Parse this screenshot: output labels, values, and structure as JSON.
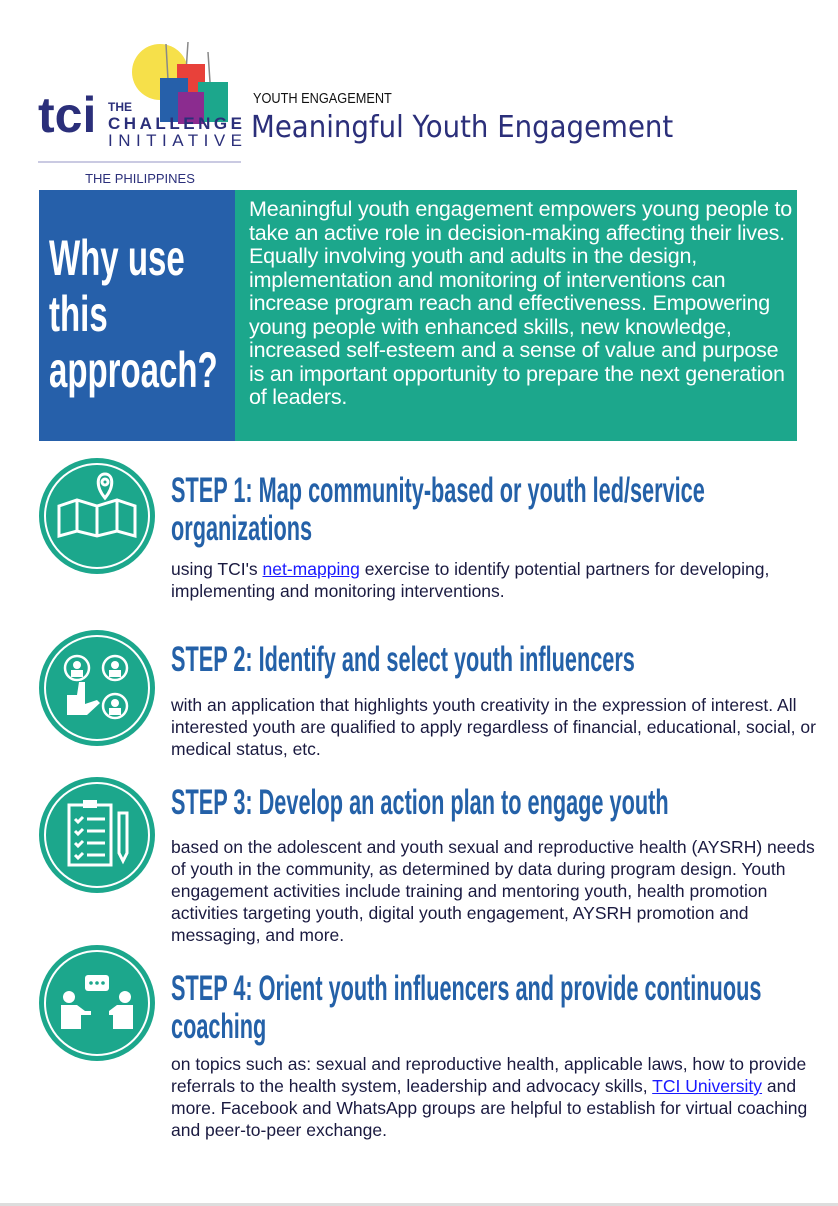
{
  "logo": {
    "line1": "THE",
    "line2": "CHALLENGE",
    "line3": "INITIATIVE",
    "mark": "tci",
    "country": "THE PHILIPPINES"
  },
  "header": {
    "kicker": "YOUTH ENGAGEMENT",
    "title": "Meaningful Youth Engagement"
  },
  "why": {
    "heading": "Why use this approach?",
    "text": "Meaningful youth engagement empowers young people to take an active role in decision-making affecting their lives. Equally involving youth and adults in the design, implementation and monitoring of interventions can increase program reach and effectiveness. Empowering young people with enhanced skills, new knowledge, increased self-esteem and a sense of value and purpose is an important opportunity to prepare the next generation of leaders."
  },
  "steps": [
    {
      "icon": "map-pin-icon",
      "title": "STEP 1: Map community-based or youth led/service organizations",
      "pre": "using TCI's ",
      "link": "net-mapping",
      "post": " exercise to identify potential partners for developing, implementing and monitoring interventions."
    },
    {
      "icon": "select-people-icon",
      "title": "STEP 2: Identify and select youth influencers",
      "pre": "with an application that highlights youth creativity in the expression of interest. All interested youth are qualified to apply regardless of financial, educational, social, or medical status, etc.",
      "link": "",
      "post": ""
    },
    {
      "icon": "checklist-icon",
      "title": "STEP 3: Develop an action plan to engage youth",
      "pre": "based on the adolescent and youth sexual and reproductive health (AYSRH) needs of youth in the community, as determined by data during program design. Youth engagement activities include training and mentoring youth, health promotion activities targeting youth, digital youth engagement, AYSRH promotion and messaging, and more.",
      "link": "",
      "post": ""
    },
    {
      "icon": "coaching-icon",
      "title": "STEP 4: Orient youth influencers and provide continuous coaching",
      "pre": "on topics such as: sexual and reproductive health, applicable laws, how to provide referrals to the health system, leadership and advocacy skills, ",
      "link": "TCI University",
      "post": " and more. Facebook and WhatsApp groups are helpful to establish for virtual coaching and peer-to-peer exchange."
    }
  ],
  "colors": {
    "blue": "#2660aa",
    "teal": "#1ca78c",
    "navy": "#2b2f7a"
  }
}
